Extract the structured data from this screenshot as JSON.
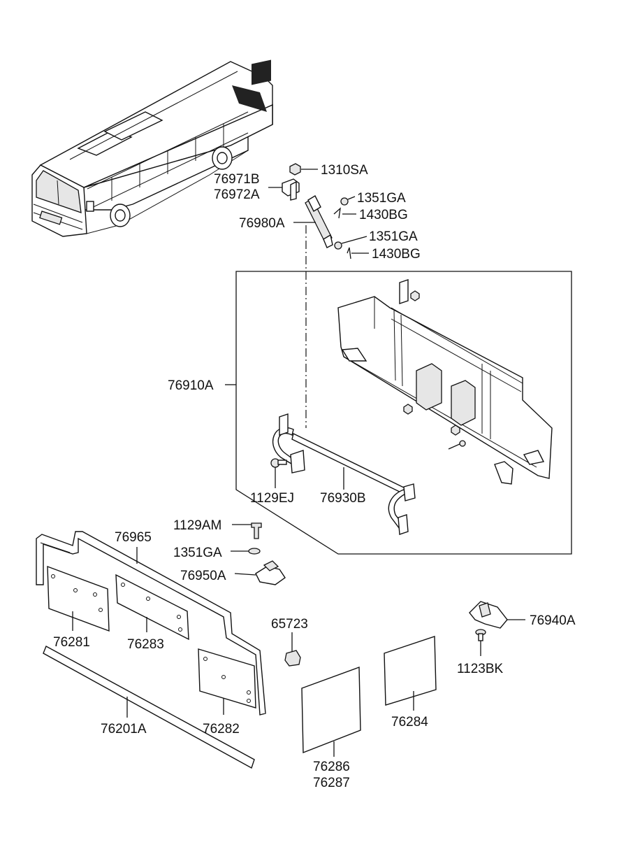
{
  "labels": {
    "p1310SA": "1310SA",
    "p76971B": "76971B",
    "p76972A": "76972A",
    "p1351GA_a": "1351GA",
    "p1430BG_a": "1430BG",
    "p76980A": "76980A",
    "p1351GA_b": "1351GA",
    "p1430BG_b": "1430BG",
    "p76910A": "76910A",
    "p1129EJ": "1129EJ",
    "p76930B": "76930B",
    "p1129AM": "1129AM",
    "p76965": "76965",
    "p1351GA_c": "1351GA",
    "p76950A": "76950A",
    "p76281": "76281",
    "p76283": "76283",
    "p65723": "65723",
    "p76940A": "76940A",
    "p1123BK": "1123BK",
    "p76284": "76284",
    "p76282": "76282",
    "p76201A": "76201A",
    "p76286": "76286",
    "p76287": "76287"
  }
}
